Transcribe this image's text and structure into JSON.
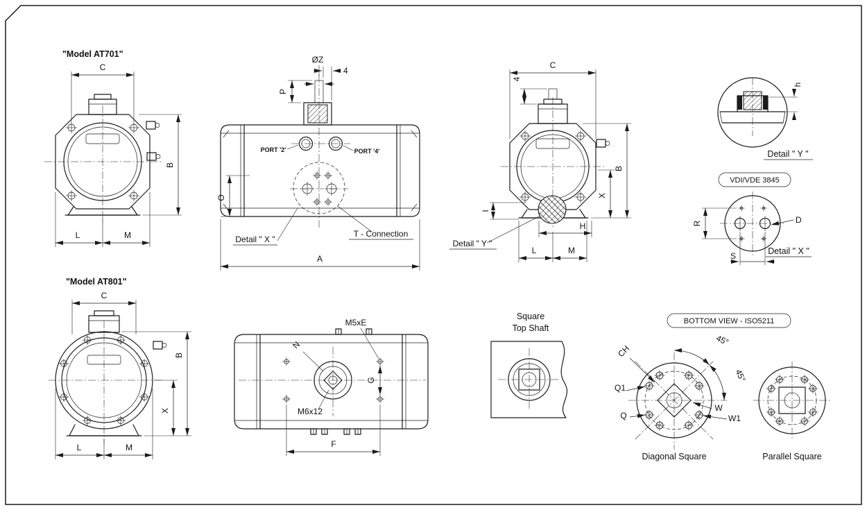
{
  "at701_end": {
    "title": "\"Model AT701\"",
    "dim_c": "C",
    "dim_b": "B",
    "dim_l": "L",
    "dim_m": "M"
  },
  "at701_side": {
    "dim_z": "ØZ",
    "dim_4": "4",
    "dim_p": "P",
    "dim_o": "O",
    "port_2": "PORT '2'",
    "port_4": "PORT '4'",
    "detail_x": "Detail \" X \"",
    "t_connection": "T - Connection",
    "dim_a": "A"
  },
  "at701_rear": {
    "dim_c": "C",
    "dim_4": "4",
    "dim_b": "B",
    "dim_x": "X",
    "dim_i": "I",
    "dim_h": "H",
    "dim_l": "L",
    "dim_m": "M",
    "detail_y": "Detail \" Y \""
  },
  "detail_y_view": {
    "dim_h": "h",
    "caption": "Detail \" Y \""
  },
  "vdi_view": {
    "badge": "VDI/VDE 3845",
    "dim_r": "R",
    "dim_d": "D",
    "dim_s": "S",
    "caption": "Detail \" X \""
  },
  "at801_end": {
    "title": "\"Model AT801\"",
    "dim_c": "C",
    "dim_b": "B",
    "dim_x": "X",
    "dim_l": "L",
    "dim_m": "M"
  },
  "at801_top": {
    "label_m5xe": "M5xE",
    "dim_n": "N",
    "dim_g": "G",
    "label_m6x12": "M6x12",
    "dim_f": "F"
  },
  "square_shaft": {
    "caption_1": "Square",
    "caption_2": "Top Shaft"
  },
  "iso_view": {
    "badge": "BOTTOM VIEW - ISO5211",
    "dim_ch": "CH",
    "angle_1": "45°",
    "angle_2": "45°",
    "dim_q1": "Q1",
    "dim_q": "Q",
    "dim_w": "W",
    "dim_w1": "W1",
    "caption_diagonal": "Diagonal Square",
    "caption_parallel": "Parallel Square"
  },
  "colors": {
    "line": "#1b1b1b",
    "background": "#ffffff"
  }
}
